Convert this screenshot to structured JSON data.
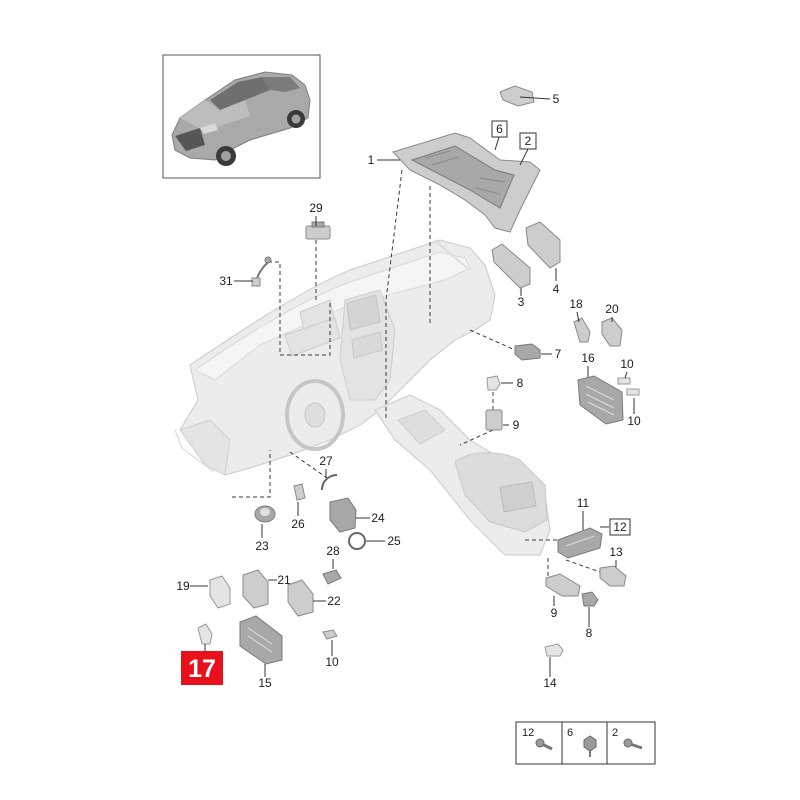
{
  "callouts": [
    "5",
    "1",
    "29",
    "31",
    "3",
    "4",
    "18",
    "20",
    "16",
    "10",
    "7",
    "8",
    "9",
    "10",
    "27",
    "11",
    "24",
    "26",
    "23",
    "25",
    "28",
    "13",
    "19",
    "21",
    "22",
    "9",
    "8",
    "10",
    "15",
    "14"
  ],
  "boxed_callouts": [
    "6",
    "2",
    "12"
  ],
  "highlighted_callout": "17",
  "fastener_legend": [
    "12",
    "6",
    "2"
  ],
  "colors": {
    "highlight": "#e8101a",
    "highlight_text": "#ffffff"
  }
}
